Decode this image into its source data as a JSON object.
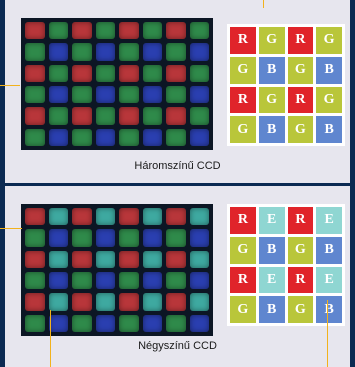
{
  "three_color": {
    "caption": "Háromszínű CCD",
    "sensor_pattern": [
      [
        "R",
        "G",
        "R",
        "G",
        "R",
        "G",
        "R",
        "G"
      ],
      [
        "G",
        "B",
        "G",
        "B",
        "G",
        "B",
        "G",
        "B"
      ],
      [
        "R",
        "G",
        "R",
        "G",
        "R",
        "G",
        "R",
        "G"
      ],
      [
        "G",
        "B",
        "G",
        "B",
        "G",
        "B",
        "G",
        "B"
      ],
      [
        "R",
        "G",
        "R",
        "G",
        "R",
        "G",
        "R",
        "G"
      ],
      [
        "G",
        "B",
        "G",
        "B",
        "G",
        "B",
        "G",
        "B"
      ]
    ],
    "filter_labels": [
      [
        "R",
        "G",
        "R",
        "G"
      ],
      [
        "G",
        "B",
        "G",
        "B"
      ],
      [
        "R",
        "G",
        "R",
        "G"
      ],
      [
        "G",
        "B",
        "G",
        "B"
      ]
    ]
  },
  "four_color": {
    "caption": "Négyszínű CCD",
    "sensor_pattern": [
      [
        "R",
        "E",
        "R",
        "E",
        "R",
        "E",
        "R",
        "E"
      ],
      [
        "G",
        "B",
        "G",
        "B",
        "G",
        "B",
        "G",
        "B"
      ],
      [
        "R",
        "E",
        "R",
        "E",
        "R",
        "E",
        "R",
        "E"
      ],
      [
        "G",
        "B",
        "G",
        "B",
        "G",
        "B",
        "G",
        "B"
      ],
      [
        "R",
        "E",
        "R",
        "E",
        "R",
        "E",
        "R",
        "E"
      ],
      [
        "G",
        "B",
        "G",
        "B",
        "G",
        "B",
        "G",
        "B"
      ]
    ],
    "filter_labels": [
      [
        "R",
        "E",
        "R",
        "E"
      ],
      [
        "G",
        "B",
        "G",
        "B"
      ],
      [
        "R",
        "E",
        "R",
        "E"
      ],
      [
        "G",
        "B",
        "G",
        "B"
      ]
    ]
  },
  "colors": {
    "background": "#0b2a52",
    "panel": "#e7e6ee",
    "pointer": "#f2b21c",
    "sensor": {
      "R": "#b8363a",
      "G": "#2f8a4a",
      "B": "#2a3fb0",
      "E": "#3ea9a0"
    },
    "filter": {
      "R": "#e0242a",
      "G": "#b9c63a",
      "B": "#5f86cf",
      "E": "#8fd6d2"
    }
  }
}
